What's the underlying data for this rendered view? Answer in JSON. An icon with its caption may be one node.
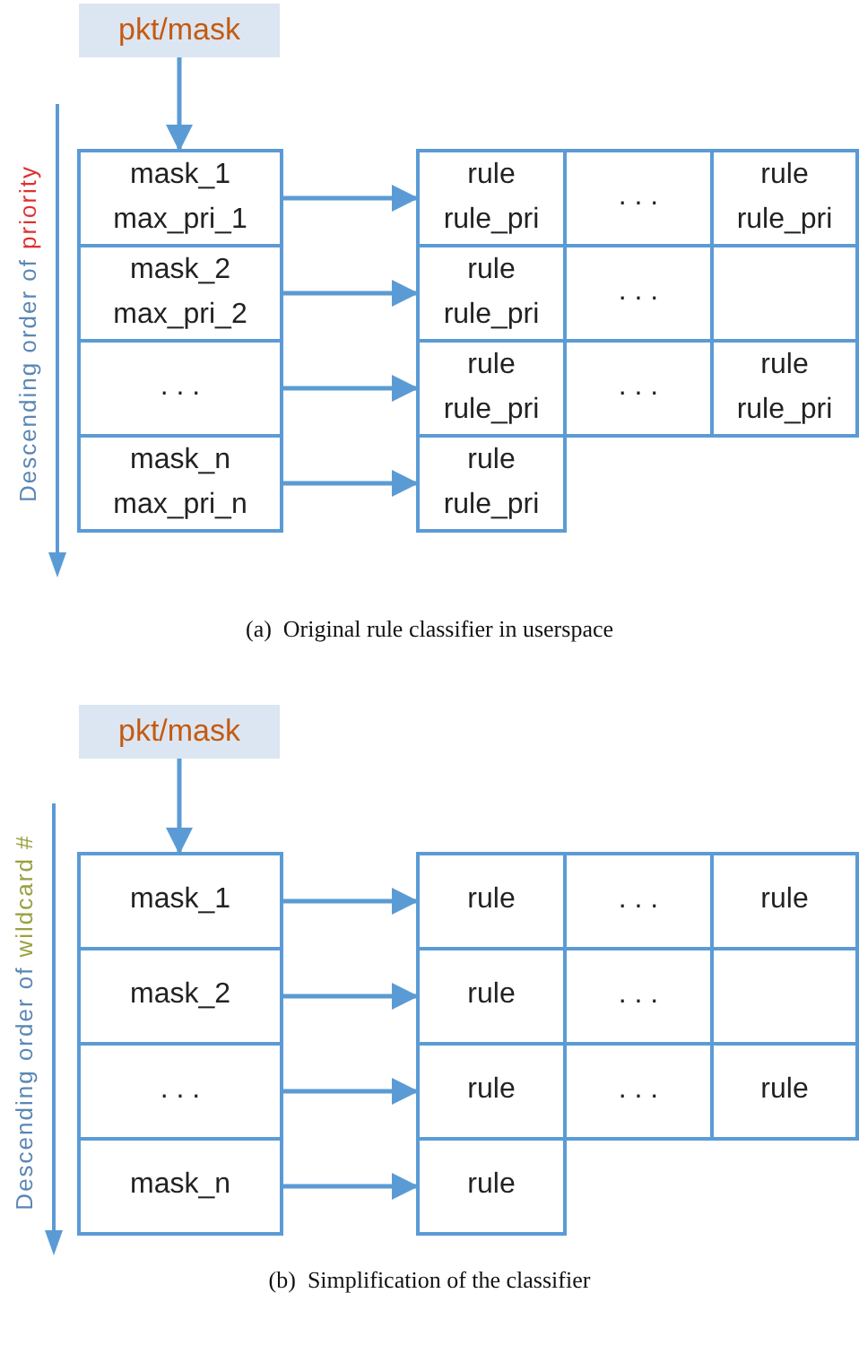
{
  "diagram": {
    "nodes": [
      {
        "text": [
          "pkt/mask"
        ]
      },
      {
        "text": [
          "mask_1",
          "max_pri_1"
        ]
      },
      {
        "text": [
          "mask_2",
          "max_pri_2"
        ]
      },
      {
        "text": [
          ". . ."
        ]
      },
      {
        "text": [
          "mask_n",
          "max_pri_n"
        ]
      },
      {
        "text": [
          "rule",
          "rule_pri"
        ]
      },
      {
        "text": [
          ". . ."
        ]
      },
      {
        "text": [
          "rule",
          "rule_pri"
        ]
      },
      {
        "text": [
          "rule",
          "rule_pri"
        ]
      },
      {
        "text": [
          ". . ."
        ]
      },
      {
        "text": [],
        "shape": "box"
      },
      {
        "text": [
          "rule",
          "rule_pri"
        ]
      },
      {
        "text": [
          ". . ."
        ]
      },
      {
        "text": [
          "rule",
          "rule_pri"
        ]
      },
      {
        "text": [
          "rule",
          "rule_pri"
        ]
      },
      {
        "text": [
          "pkt/mask"
        ]
      },
      {
        "text": [
          "mask_1"
        ]
      },
      {
        "text": [
          "mask_2"
        ]
      },
      {
        "text": [
          ". . ."
        ]
      },
      {
        "text": [
          "mask_n"
        ]
      },
      {
        "text": [
          "rule"
        ]
      },
      {
        "text": [
          ". . ."
        ]
      },
      {
        "text": [
          "rule"
        ]
      },
      {
        "text": [
          "rule"
        ]
      },
      {
        "text": [
          ". . ."
        ]
      },
      {
        "text": [],
        "shape": "box"
      },
      {
        "text": [
          "rule"
        ]
      },
      {
        "text": [
          ". . ."
        ]
      },
      {
        "text": [
          "rule"
        ]
      },
      {
        "text": [
          "rule"
        ]
      }
    ],
    "edges": [
      {
        "from": 0,
        "to": 1,
        "arrow": "to"
      },
      {
        "from": 1,
        "to": 5,
        "arrow": "to"
      },
      {
        "from": 2,
        "to": 8,
        "arrow": "to"
      },
      {
        "from": 3,
        "to": 11,
        "arrow": "to"
      },
      {
        "from": 4,
        "to": 14,
        "arrow": "to"
      },
      {
        "from": 15,
        "to": 16,
        "arrow": "to"
      },
      {
        "from": 16,
        "to": 20,
        "arrow": "to"
      },
      {
        "from": 17,
        "to": 23,
        "arrow": "to"
      },
      {
        "from": 18,
        "to": 26,
        "arrow": "to"
      },
      {
        "from": 19,
        "to": 29,
        "arrow": "to"
      }
    ],
    "labels": [
      "Descending order of",
      "priority",
      "(a)  Original rule classifier in userspace",
      "Descending order of",
      "wildcard #",
      "(b)  Simplification of the classifier"
    ]
  }
}
